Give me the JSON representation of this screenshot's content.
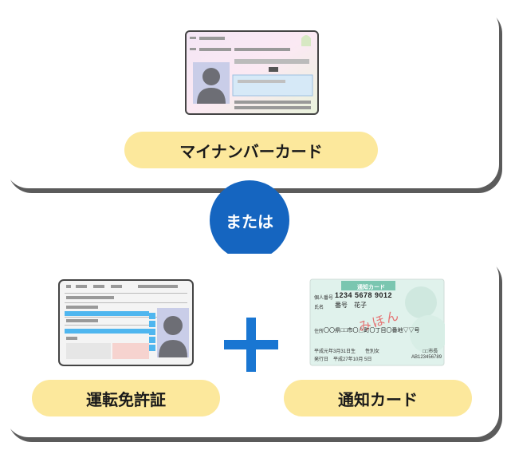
{
  "top_section": {
    "mynumber_label": "マイナンバーカード"
  },
  "or_label": "または",
  "bottom_section": {
    "license_label": "運転免許証",
    "notice_label": "通知カード"
  },
  "notice_card": {
    "title": "通知カード",
    "id_label": "個人番号",
    "id_number": "1234 5678 9012",
    "name_label": "氏名",
    "name": "番号　花子",
    "stamp": "みほん",
    "address_label": "住所",
    "address": "〇〇県□□市〇△町〇丁目〇番地▽▽号",
    "birth": "平成元年3月31日生",
    "gender_label": "性別",
    "gender": "女",
    "issued": "発行日　平成27年10月 5日",
    "issuer": "□□市長",
    "serial": "AB123456789"
  },
  "colors": {
    "accent_blue": "#1565c0",
    "plus_blue": "#1976d2",
    "pill_yellow": "#fce89c"
  }
}
